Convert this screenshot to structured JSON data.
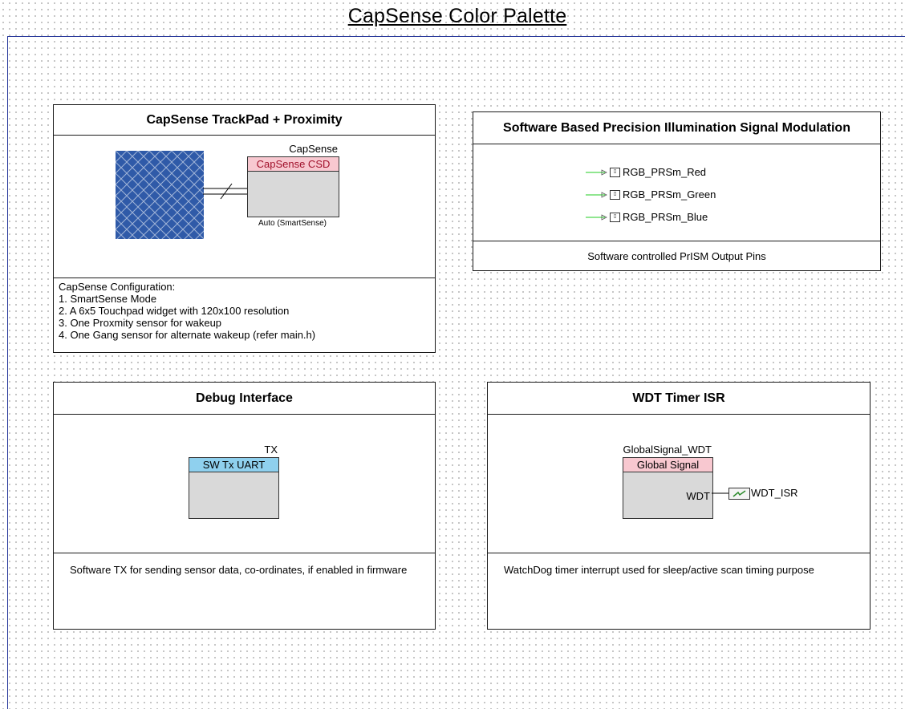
{
  "page": {
    "title": "CapSense Color Palette"
  },
  "colors": {
    "sheet_border": "#2a3a9c",
    "trackpad_fill": "#2f5aa8",
    "capsense_header": "#f8c8d0",
    "uart_header": "#8fd0ee",
    "global_signal_header": "#f8c8d0",
    "component_body": "#d9d9d9",
    "pin_wire": "#22cc22"
  },
  "trackpad_panel": {
    "title": "CapSense TrackPad + Proximity",
    "component_instance": "CapSense",
    "component_type": "CapSense CSD",
    "component_mode": "Auto (SmartSense)",
    "notes": [
      "CapSense Configuration:",
      "1. SmartSense Mode",
      "2. A 6x5 Touchpad widget with 120x100 resolution",
      "3. One Proxmity sensor for wakeup",
      "4. One Gang sensor for alternate wakeup (refer main.h)"
    ]
  },
  "prism_panel": {
    "title": "Software Based Precision Illumination Signal Modulation",
    "pins": [
      {
        "label": "RGB_PRSm_Red",
        "icon": "pin-icon"
      },
      {
        "label": "RGB_PRSm_Green",
        "icon": "pin-icon"
      },
      {
        "label": "RGB_PRSm_Blue",
        "icon": "pin-icon"
      }
    ],
    "footer": "Software controlled PrISM Output Pins"
  },
  "debug_panel": {
    "title": "Debug Interface",
    "component_instance": "TX",
    "component_type": "SW Tx UART",
    "note": "Software TX for sending sensor data, co-ordinates, if enabled in firmware"
  },
  "wdt_panel": {
    "title": "WDT Timer ISR",
    "component_instance": "GlobalSignal_WDT",
    "component_type": "Global Signal",
    "terminal": "WDT",
    "isr_label": "WDT_ISR",
    "note": "WatchDog timer interrupt used for sleep/active scan timing purpose"
  }
}
